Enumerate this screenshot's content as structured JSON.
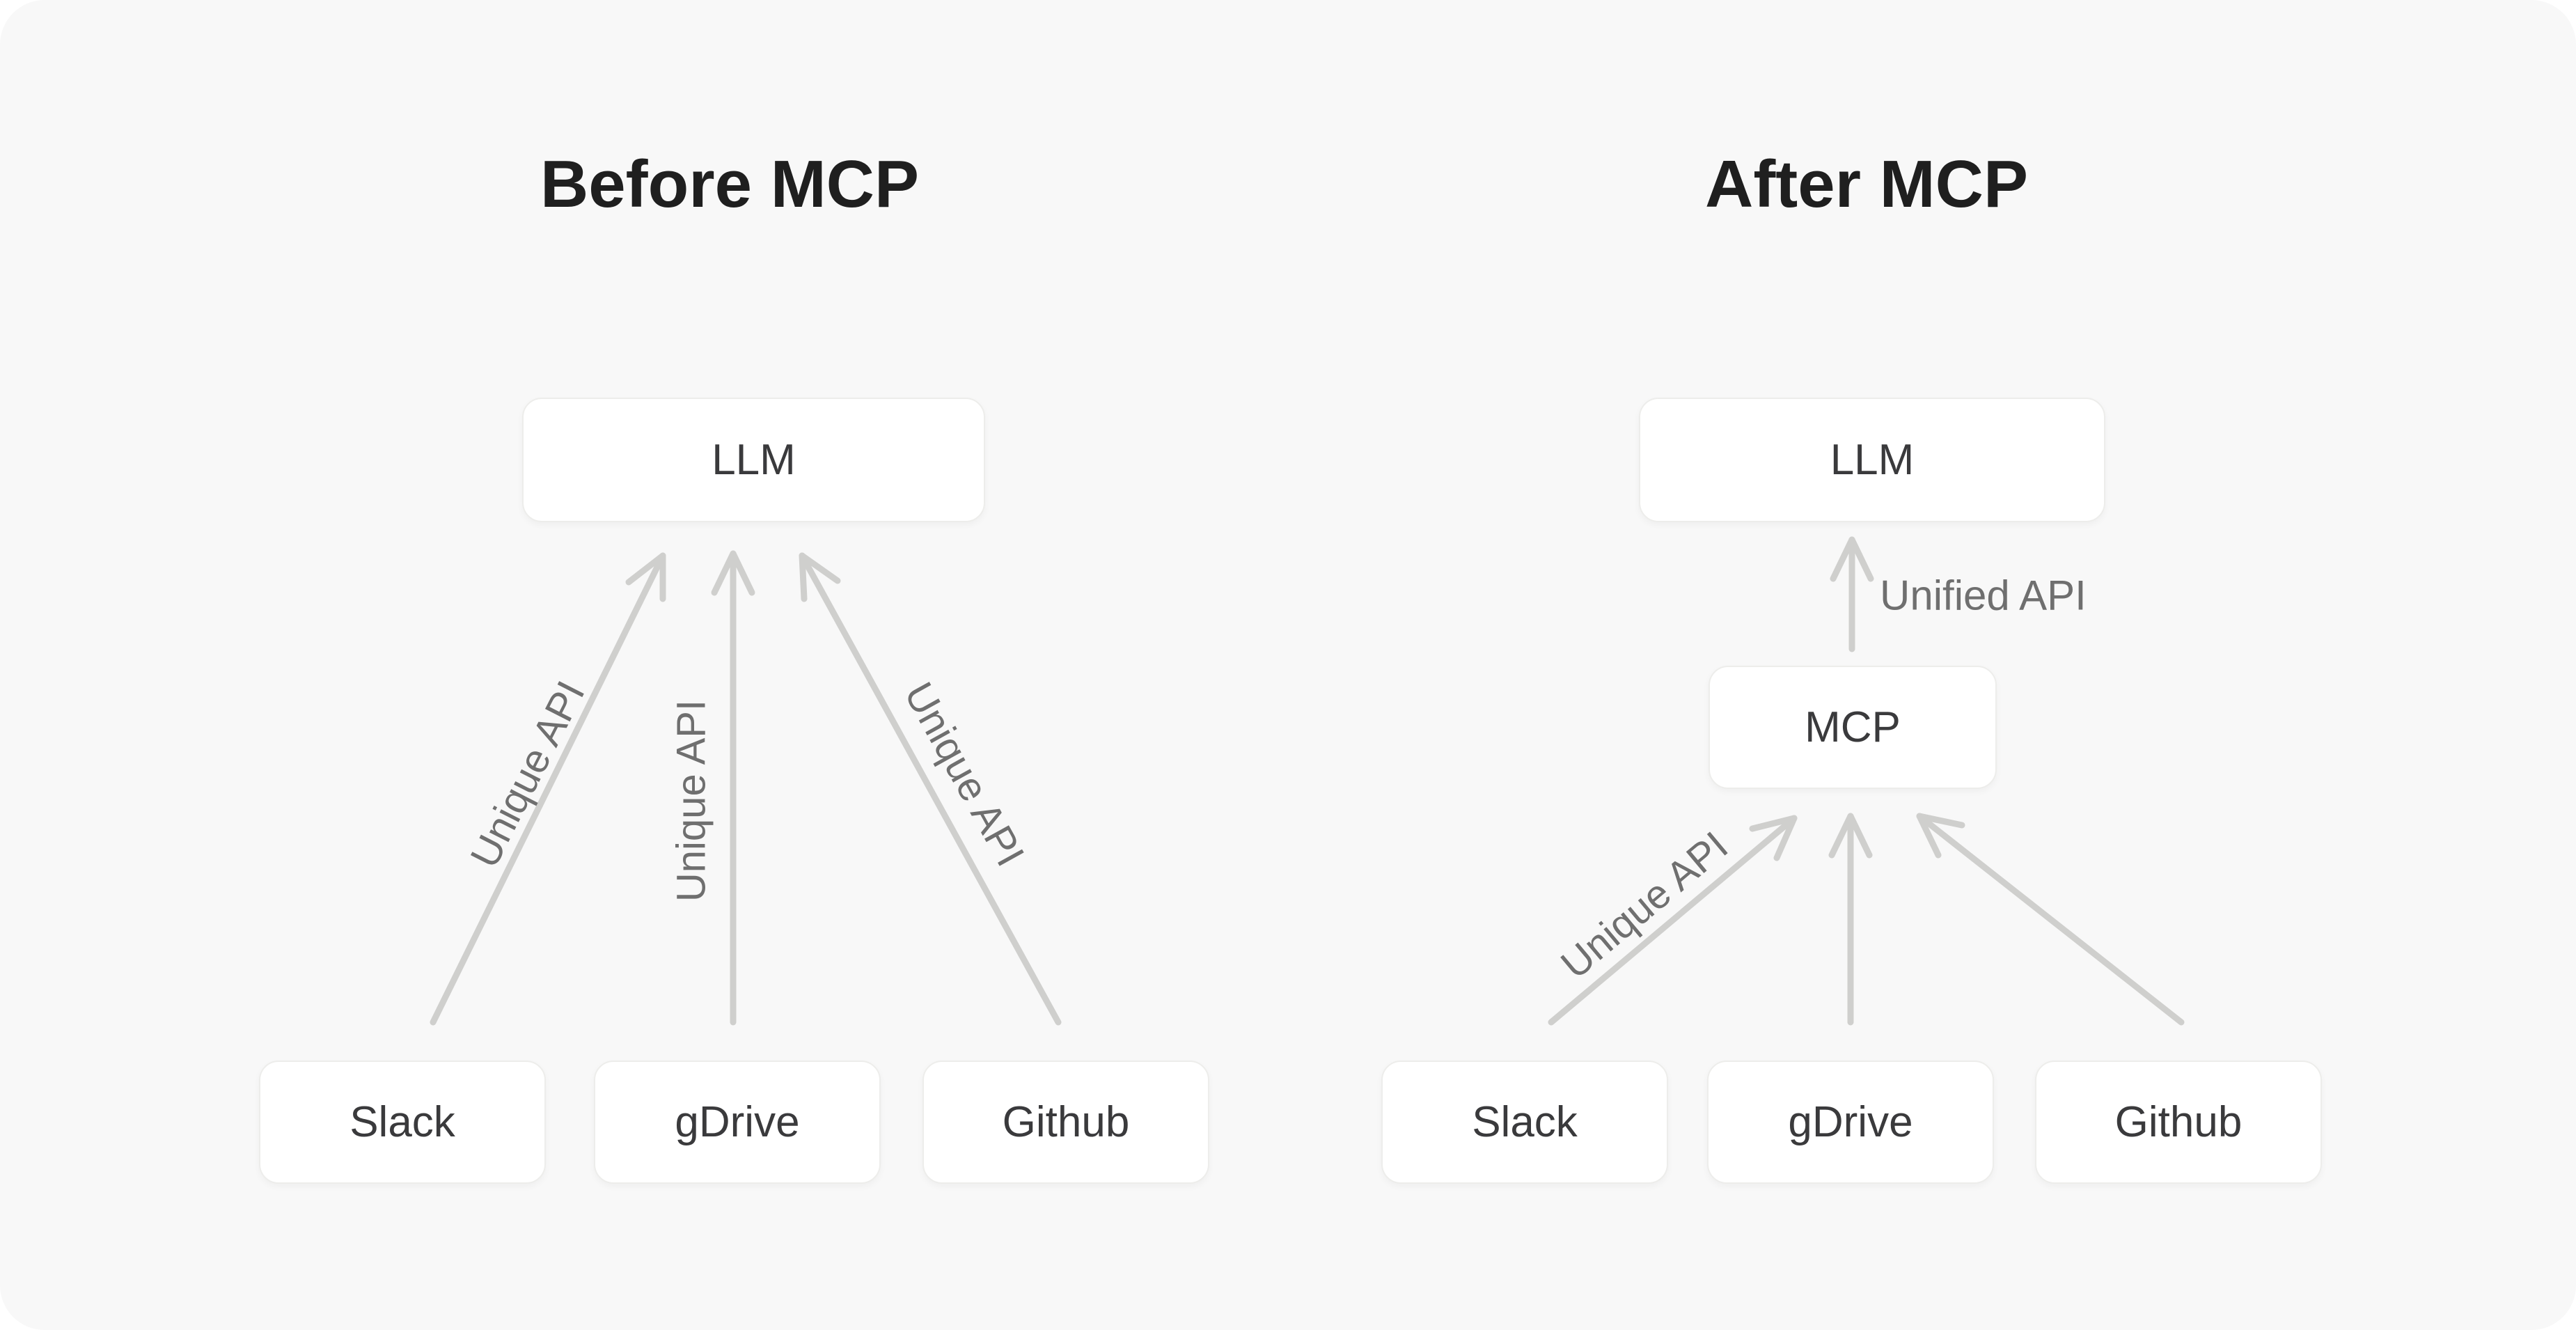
{
  "page": {
    "background": "#ffffff",
    "card_background": "#f8f8f8"
  },
  "colors": {
    "title_text": "#1f1f1f",
    "box_text": "#3a3a3c",
    "box_background": "#ffffff",
    "box_border": "#ededeb",
    "arrow": "#cfcfcd",
    "arrow_label_text": "#6f6f6f"
  },
  "before": {
    "title": "Before MCP",
    "llm": "LLM",
    "services": [
      "Slack",
      "gDrive",
      "Github"
    ],
    "arrow_labels": [
      "Unique API",
      "Unique API",
      "Unique API"
    ]
  },
  "after": {
    "title": "After MCP",
    "llm": "LLM",
    "mcp": "MCP",
    "unified_label": "Unified API",
    "unique_label": "Unique API",
    "services": [
      "Slack",
      "gDrive",
      "Github"
    ]
  }
}
